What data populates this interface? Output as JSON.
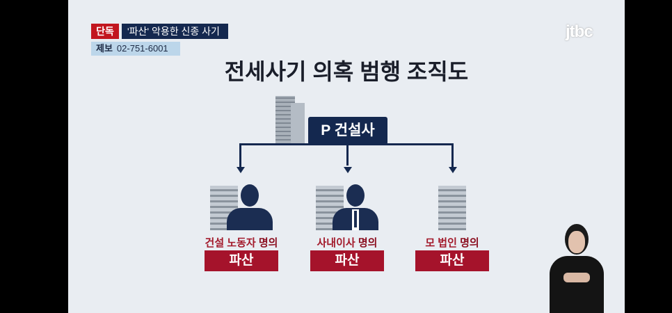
{
  "broadcast": {
    "exclusive_tag": "단독",
    "headline": "'파산' 악용한 신종 사기",
    "tip_label": "제보",
    "tip_phone": "02-751-6001",
    "logo": "jtbc"
  },
  "diagram": {
    "title": "전세사기 의혹 범행 조직도",
    "root": "P 건설사",
    "branches": [
      {
        "name": "건설 노동자",
        "suffix": "명의",
        "status": "파산"
      },
      {
        "name": "사내이사",
        "suffix": "명의",
        "status": "파산"
      },
      {
        "name": "모 법인",
        "suffix": "명의",
        "status": "파산"
      }
    ]
  },
  "colors": {
    "navy": "#14284f",
    "red": "#a5132b",
    "exclusive": "#c2161f"
  }
}
